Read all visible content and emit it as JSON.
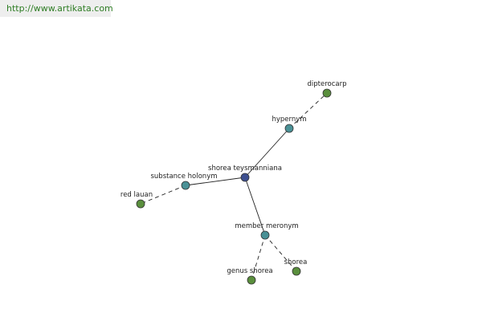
{
  "header": {
    "url": "http://www.artikata.com"
  },
  "colors": {
    "center": "#3d4f8f",
    "relation": "#4a9196",
    "leaf": "#5a8f3d",
    "edge": "#222222"
  },
  "graph": {
    "nodes": [
      {
        "id": "center",
        "label": "shorea teysmanniana",
        "kind": "center"
      },
      {
        "id": "hypernym",
        "label": "hypernym",
        "kind": "relation"
      },
      {
        "id": "dipterocarp",
        "label": "dipterocarp",
        "kind": "leaf"
      },
      {
        "id": "substance-holonym",
        "label": "substance holonym",
        "kind": "relation"
      },
      {
        "id": "red-lauan",
        "label": "red lauan",
        "kind": "leaf"
      },
      {
        "id": "member-meronym",
        "label": "member meronym",
        "kind": "relation"
      },
      {
        "id": "genus-shorea",
        "label": "genus shorea",
        "kind": "leaf"
      },
      {
        "id": "shorea",
        "label": "shorea",
        "kind": "leaf"
      }
    ],
    "edges": [
      {
        "from": "center",
        "to": "hypernym",
        "style": "solid"
      },
      {
        "from": "hypernym",
        "to": "dipterocarp",
        "style": "dashed"
      },
      {
        "from": "center",
        "to": "substance-holonym",
        "style": "solid"
      },
      {
        "from": "substance-holonym",
        "to": "red-lauan",
        "style": "dashed"
      },
      {
        "from": "center",
        "to": "member-meronym",
        "style": "solid"
      },
      {
        "from": "member-meronym",
        "to": "genus-shorea",
        "style": "dashed"
      },
      {
        "from": "member-meronym",
        "to": "shorea",
        "style": "dashed"
      }
    ]
  }
}
